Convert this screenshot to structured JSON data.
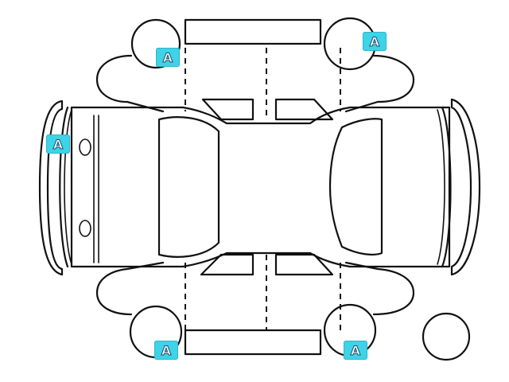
{
  "diagram": {
    "marker_color": "#3ed3e6",
    "markers": [
      {
        "id": "front-left-wheel",
        "label": "A"
      },
      {
        "id": "front-right-wheel",
        "label": "A"
      },
      {
        "id": "front-bumper",
        "label": "A"
      },
      {
        "id": "rear-left-wheel",
        "label": "A"
      },
      {
        "id": "rear-right-wheel",
        "label": "A"
      }
    ]
  }
}
